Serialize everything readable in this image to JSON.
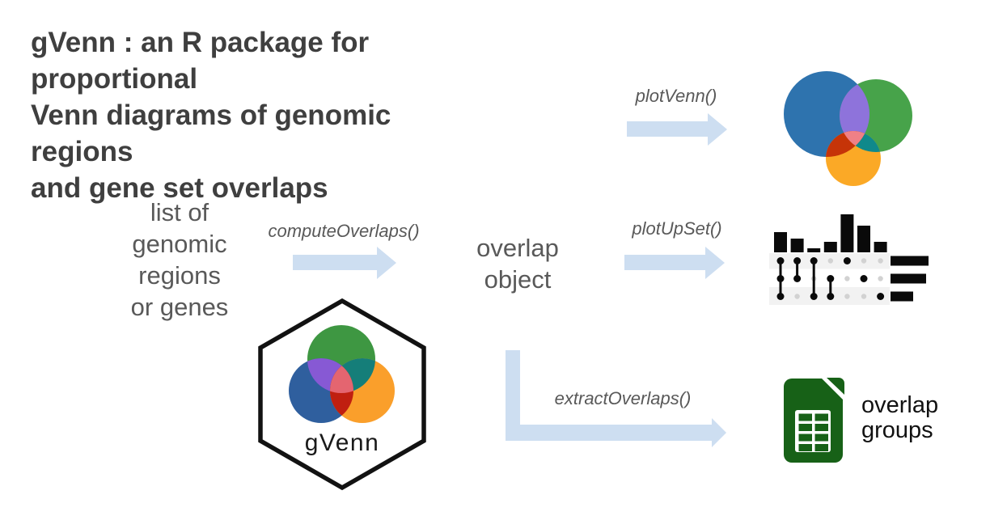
{
  "title": {
    "lines": [
      "gVenn : an R package for proportional",
      "Venn diagrams of genomic regions",
      "and gene set overlaps"
    ]
  },
  "nodes": {
    "input": {
      "lines": [
        "list of",
        "genomic",
        "regions",
        "or genes"
      ]
    },
    "overlap_object": {
      "lines": [
        "overlap",
        "object"
      ]
    },
    "output": {
      "lines": [
        "overlap",
        "groups"
      ]
    }
  },
  "functions": {
    "plot_venn": "plotVenn()",
    "compute_overlaps": "computeOverlaps()",
    "plot_upset": "plotUpSet()",
    "extract_overlaps": "extractOverlaps()"
  },
  "logo": {
    "label": "gVenn"
  },
  "colors": {
    "title-text": "#3F3F3F",
    "body-text": "#595959",
    "black-text": "#111111",
    "arrow": "#CDDEF1",
    "venn-blue": "#2E73AE",
    "venn-green": "#47A34A",
    "venn-orange": "#FBA926",
    "venn-purple": "#8E73DB",
    "venn-teal": "#0F898B",
    "venn-red": "#C63408",
    "venn-pink": "#EF8086",
    "logo-blue": "#2F5F9E",
    "logo-green": "#3E9742",
    "logo-orange": "#FA9F2B",
    "logo-purple": "#8759D4",
    "logo-teal": "#157E79",
    "logo-red": "#C01F10",
    "logo-pink": "#E46570",
    "hex-stroke": "#121212",
    "sheet-green": "#176117",
    "upset-black": "#0A0A0A",
    "upset-gray-dot": "#D2D2D2",
    "upset-stripe": "#F2F2F2"
  },
  "upset_icon": {
    "bar_heights": [
      25,
      17,
      5,
      13,
      47,
      33,
      13
    ],
    "memberships": [
      [
        1,
        1,
        1
      ],
      [
        1,
        1,
        0
      ],
      [
        1,
        0,
        1
      ],
      [
        0,
        1,
        1
      ],
      [
        1,
        0,
        0
      ],
      [
        0,
        1,
        0
      ],
      [
        0,
        0,
        1
      ]
    ],
    "set_bar_lengths": [
      47,
      44,
      28
    ]
  }
}
